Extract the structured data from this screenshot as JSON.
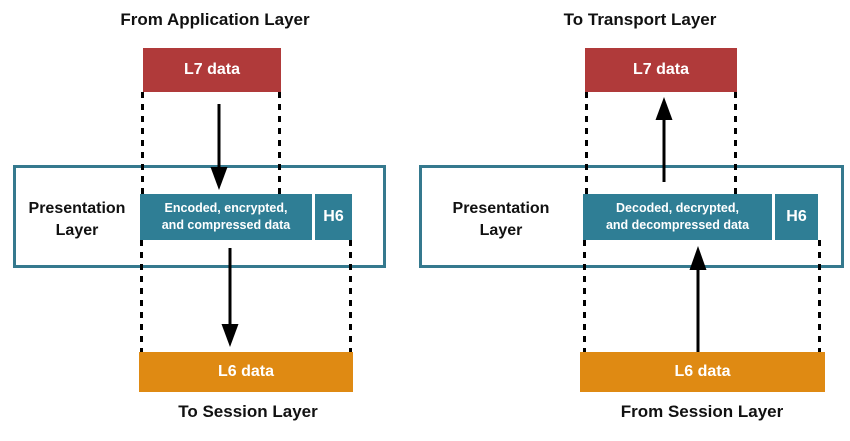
{
  "panels": {
    "left": {
      "top_label": "From Application Layer",
      "l7_label": "L7 data",
      "presentation_label": "Presentation Layer",
      "data_box_lines": [
        "Encoded, encrypted,",
        "and compressed data"
      ],
      "header_label": "H6",
      "l6_label": "L6 data",
      "bottom_label": "To Session Layer",
      "flow_direction": "down"
    },
    "right": {
      "top_label": "To Transport Layer",
      "l7_label": "L7 data",
      "presentation_label": "Presentation Layer",
      "data_box_lines": [
        "Decoded, decrypted,",
        "and decompressed data"
      ],
      "header_label": "H6",
      "l6_label": "L6 data",
      "bottom_label": "From Session Layer",
      "flow_direction": "up"
    }
  },
  "colors": {
    "l7_box_red": "#b03a3a",
    "l6_box_orange": "#df8a13",
    "data_box_teal": "#2f7e95",
    "presentation_border_teal": "#35798e",
    "label_text": "#111111",
    "box_text": "#ffffff",
    "arrow_and_dash": "#000000"
  }
}
